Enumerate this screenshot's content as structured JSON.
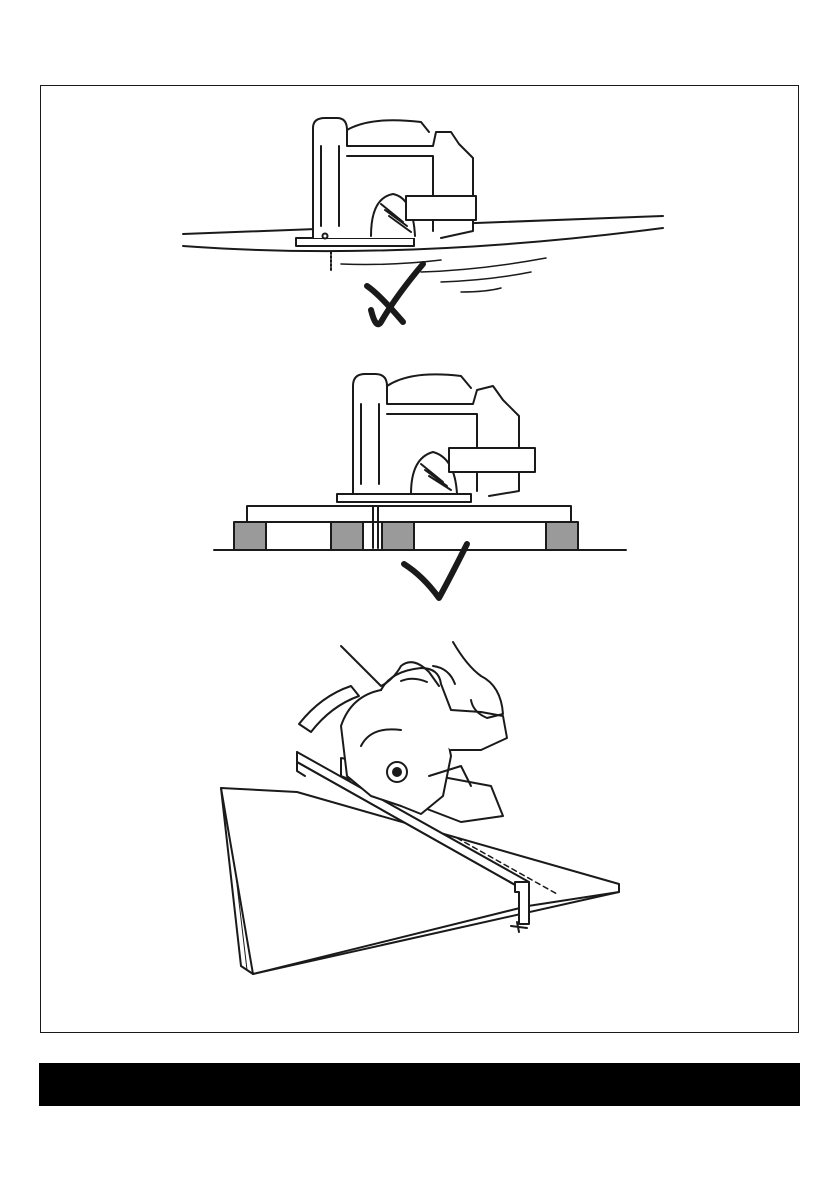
{
  "document": {
    "figures": [
      {
        "name": "incorrect-support",
        "mark": "cross",
        "mark_icon": "cross-mark-icon"
      },
      {
        "name": "correct-support",
        "mark": "check",
        "mark_icon": "check-mark-icon"
      },
      {
        "name": "guide-rail-cutting"
      }
    ],
    "footer": {
      "text": ""
    },
    "colors": {
      "line": "#1a1a1a",
      "support_block": "#9a9a9a",
      "bar": "#000000",
      "paper": "#ffffff"
    }
  }
}
